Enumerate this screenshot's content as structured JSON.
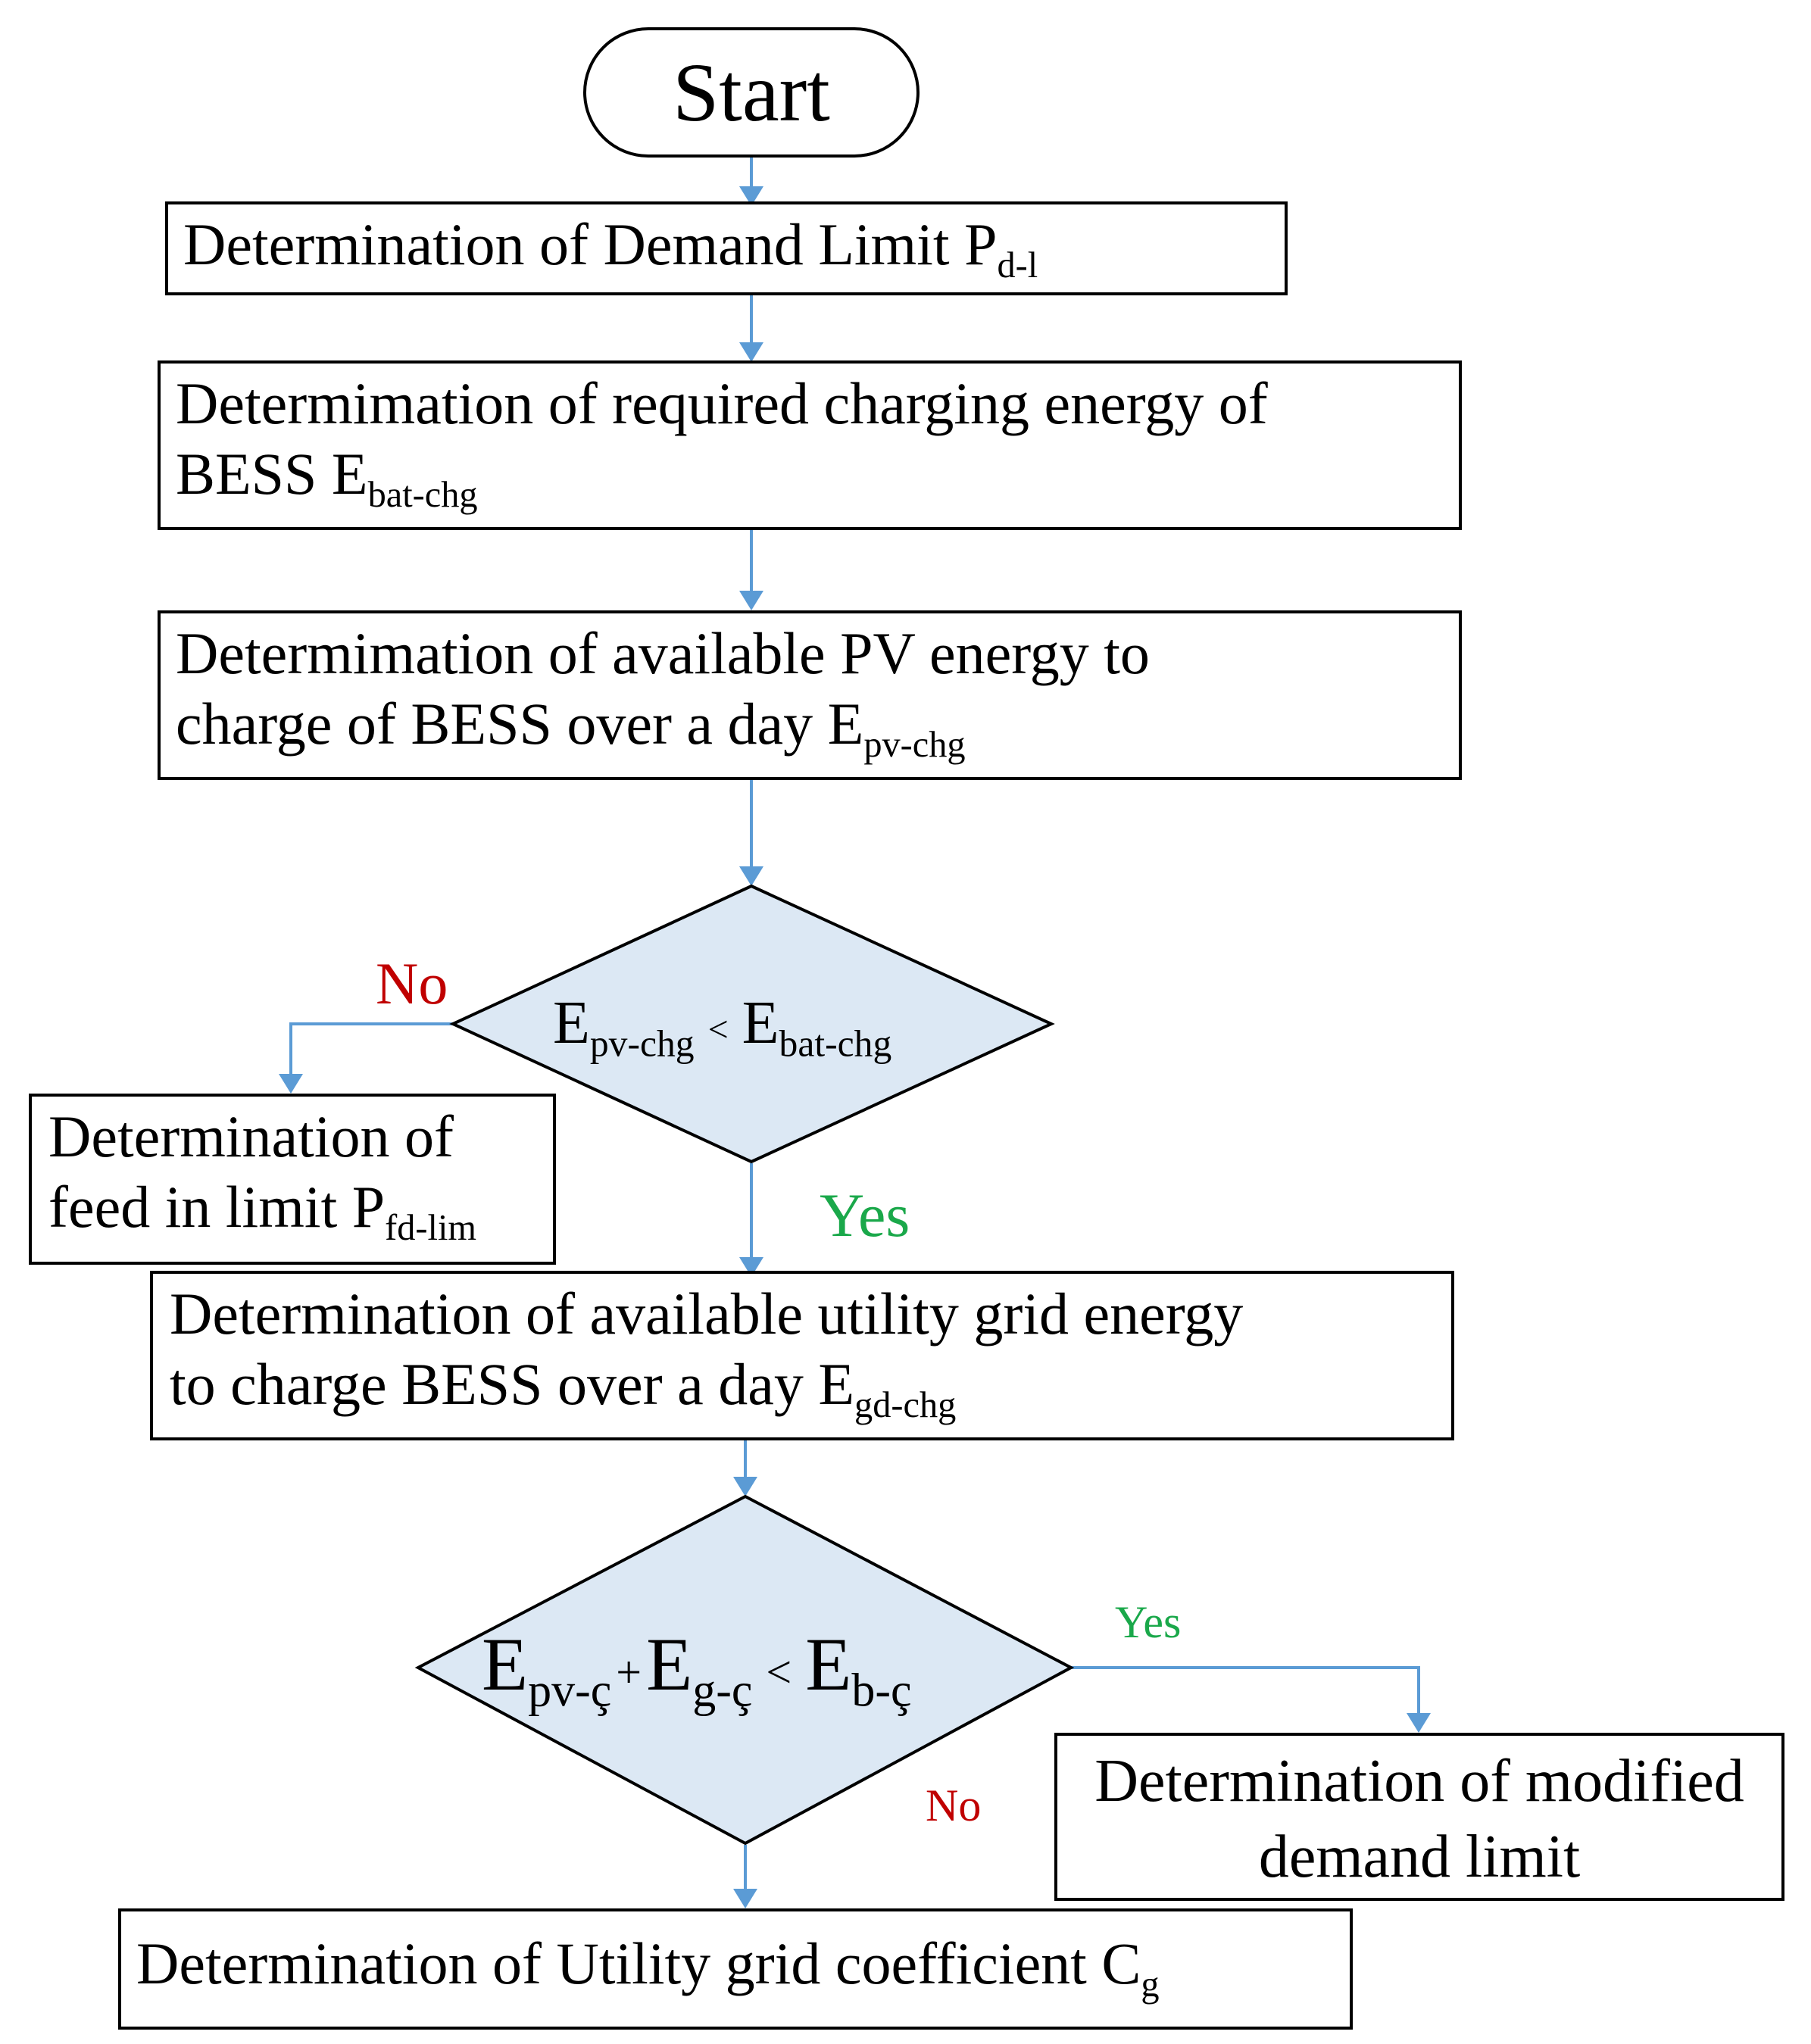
{
  "start": {
    "label": "Start"
  },
  "steps": {
    "demand_limit": {
      "text": "Determination of Demand Limit P",
      "sub": "d-l"
    },
    "charging_energy": {
      "line1": "Determimation of required charging energy of",
      "line2": "BESS E",
      "sub": "bat-chg"
    },
    "pv_energy": {
      "line1": "Determimation of available PV energy to",
      "line2": "charge of BESS over a day E",
      "sub": "pv-chg"
    },
    "feed_in": {
      "line1": "Determination of",
      "line2": "feed in limit P",
      "sub": "fd-lim"
    },
    "grid_energy": {
      "line1": "Determination of available utility grid energy",
      "line2": "to charge BESS over a day E",
      "sub": "gd-chg"
    },
    "modified_demand": {
      "line1": "Determination of modified",
      "line2": "demand limit"
    },
    "grid_coefficient": {
      "text": "Determination of Utility grid coefficient C",
      "sub": "g"
    }
  },
  "decisions": {
    "pv_vs_bat": {
      "lhs": "E",
      "lhs_sub": "pv-chg",
      "op": "<",
      "rhs": "E",
      "rhs_sub": "bat-chg"
    },
    "sum_vs_bat": {
      "a": "E",
      "a_sub": "pv-ç",
      "plus": "+",
      "b": "E",
      "b_sub": "g-ç",
      "op": "<",
      "c": "E",
      "c_sub": "b-ç"
    }
  },
  "branch_labels": {
    "no_1": "No",
    "yes_1": "Yes",
    "yes_2": "Yes",
    "no_2": "No"
  },
  "colors": {
    "arrow": "#5b9bd5",
    "diamond_fill": "#dce8f4",
    "no": "#c00000",
    "yes": "#1aa84a"
  }
}
